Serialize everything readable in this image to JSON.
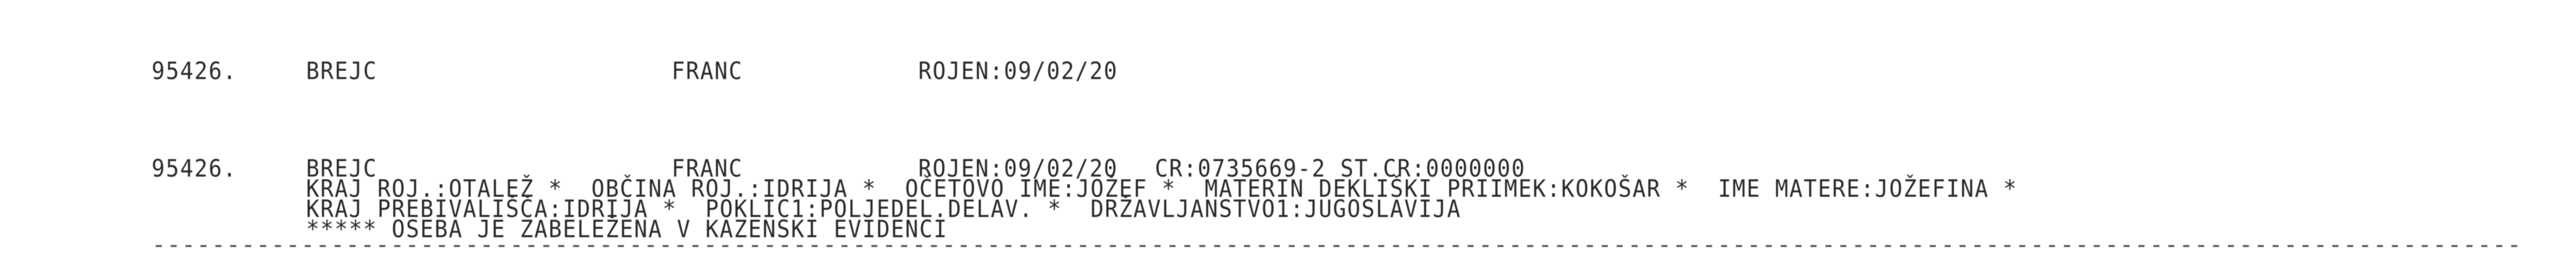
{
  "record_short": {
    "number": "95426.",
    "surname": "BREJC",
    "given_name": "FRANC",
    "born": "ROJEN:09/02/20"
  },
  "record_full": {
    "number": "95426.",
    "surname": "BREJC",
    "given_name": "FRANC",
    "born": "ROJEN:09/02/20",
    "ids": "CR:0735669-2 ST.CR:0000000",
    "line2": "KRAJ ROJ.:OTALEŽ *  OBČINA ROJ.:IDRIJA *  OČETOVO IME:JOŽEF *  MATERIN DEKLIŠKI PRIIMEK:KOKOŠAR *  IME MATERE:JOŽEFINA *",
    "line3": "KRAJ PREBIVALIŠČA:IDRIJA *  POKLIC1:POLJEDEL.DELAV. *  DRŽAVLJANSTVO1:JUGOSLAVIJA",
    "line4": "***** OSEBA JE ZABELEŽENA V KAZENSKI EVIDENCI"
  },
  "separator": "------------------------------------------------------------------------------------------------------------------------------------------------------------------------------------------------------------------------------------------------------------------------------------------------"
}
